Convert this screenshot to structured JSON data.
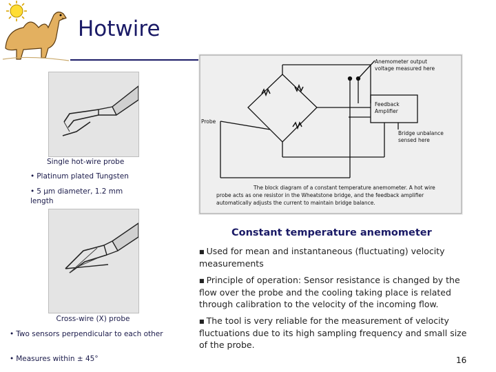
{
  "title": "Hotwire",
  "left_panel": {
    "caption_single": "Single hot-wire probe",
    "single_bullets": [
      "Platinum plated Tungsten",
      "5 μm diameter, 1.2 mm length"
    ],
    "caption_cross": "Cross-wire (X) probe",
    "cross_bullets": [
      "Two sensors perpendicular to each other",
      "Measures within ± 45°"
    ]
  },
  "diagram": {
    "labels": {
      "output": "Anemometer output",
      "output2": "voltage measured here",
      "feedback": "Feedback",
      "amplifier": "Amplifier",
      "probe": "Probe",
      "unbalance": "Bridge unbalance",
      "unbalance2": "sensed here"
    },
    "caption_lines": [
      "The block diagram of a constant temperature anemometer. A hot wire",
      "probe acts as one resistor in the Wheatstone bridge, and the feedback amplifier",
      "automatically adjusts the current to maintain bridge balance."
    ]
  },
  "section_heading": "Constant temperature anemometer",
  "points": [
    "Used for mean and instantaneous (fluctuating) velocity measurements",
    "Principle of operation: Sensor resistance is changed by the flow over the probe and the cooling taking place is related through calibration to the velocity of the incoming flow.",
    "The tool is very reliable for the measurement of velocity fluctuations due to its high sampling frequency and small size of the probe."
  ],
  "page_number": "16"
}
